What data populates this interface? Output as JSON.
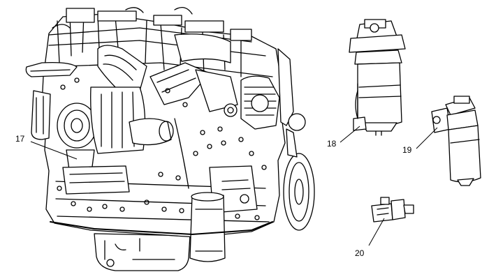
{
  "colors": {
    "ink": "#000000",
    "paper": "#ffffff"
  },
  "callouts": [
    {
      "label": "17",
      "part": "engine-sensor"
    },
    {
      "label": "18",
      "part": "primary-fuel-filter-sensor"
    },
    {
      "label": "19",
      "part": "secondary-fuel-filter-sensor"
    },
    {
      "label": "20",
      "part": "pressure-switch"
    }
  ]
}
